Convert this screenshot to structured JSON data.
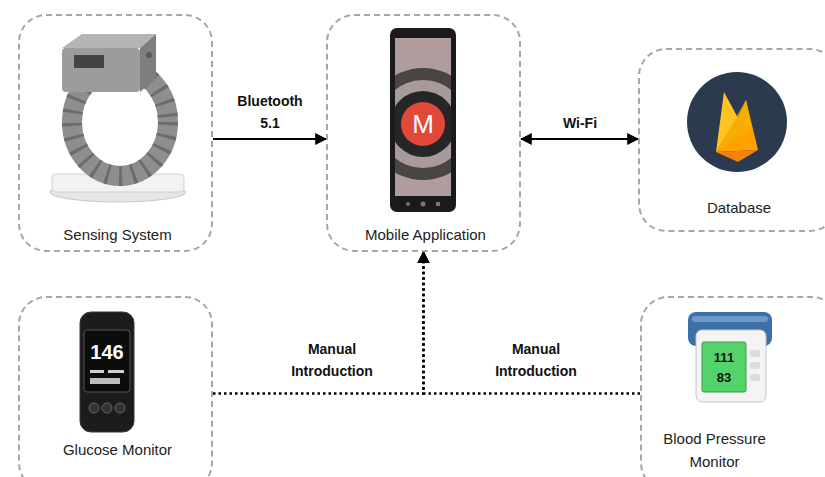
{
  "diagram": {
    "nodes": [
      {
        "text": [
          "Sensing System"
        ]
      },
      {
        "text": [
          "Mobile Application"
        ]
      },
      {
        "text": [
          "Database"
        ]
      },
      {
        "text": [
          "Glucose Monitor"
        ]
      },
      {
        "text": [
          "Blood Pressure Monitor"
        ]
      }
    ],
    "edges": [
      {
        "from": 0,
        "to": 1,
        "label": "Bluetooth 5.1",
        "arrow": "to"
      },
      {
        "from": 1,
        "to": 2,
        "label": "Wi-Fi",
        "arrow": "both"
      },
      {
        "from": 3,
        "to": 1,
        "label": "Manual Introduction",
        "arrow": "to"
      },
      {
        "from": 4,
        "to": 1,
        "label": "Manual Introduction",
        "arrow": "to"
      }
    ],
    "labels": [
      "M",
      "146",
      "111",
      "83"
    ]
  }
}
